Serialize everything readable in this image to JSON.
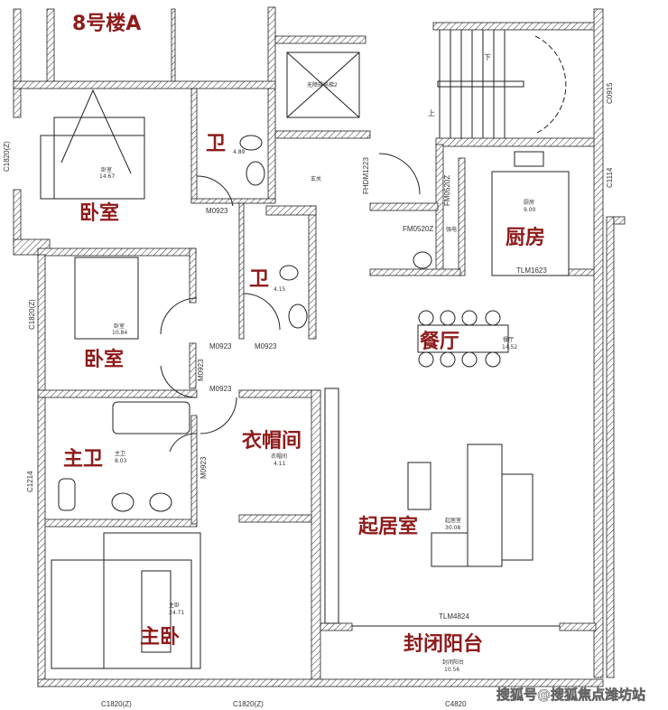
{
  "building_title": "8号楼A",
  "rooms": {
    "bedroom1": {
      "name": "卧室",
      "small": "卧室",
      "area": "14.67"
    },
    "bath1": {
      "name": "卫",
      "area": "4.89"
    },
    "bath2": {
      "name": "卫",
      "area": "4.15"
    },
    "bedroom2": {
      "name": "卧室",
      "small": "卧室",
      "area": "10.84"
    },
    "kitchen": {
      "name": "厨房",
      "small": "厨房",
      "area": "9.00"
    },
    "dining": {
      "name": "餐厅",
      "small": "餐厅",
      "area": "14.52"
    },
    "master_bath": {
      "name": "主卫",
      "small": "主卫",
      "area": "8.03"
    },
    "closet": {
      "name": "衣帽间",
      "small": "衣帽间",
      "area": "4.11"
    },
    "living": {
      "name": "起居室",
      "small": "起居室",
      "area": "30.08"
    },
    "master_bed": {
      "name": "主卧",
      "small": "主卧",
      "area": "24.71"
    },
    "balcony": {
      "name": "封闭阳台",
      "small": "封闭阳台",
      "area": "10.56"
    },
    "foyer": {
      "small": "玄关"
    },
    "elevator": {
      "small": "无障碍电梯2"
    }
  },
  "doors": {
    "m1": "M0923",
    "m2": "M0923",
    "m3": "M0923",
    "m4": "M0923",
    "m5": "M0923",
    "m6": "M0923",
    "fhdm": "FHDM1223",
    "fm1": "FM0520Z",
    "fm2": "FM0520Z",
    "power": "强电",
    "tlm1": "TLM1623",
    "tlm2": "TLM4824"
  },
  "windows": {
    "w1": "C1820(Z)",
    "w2": "C1820(Z)",
    "w3": "C1214",
    "w4": "C1820(Z)",
    "w5": "C1820(Z)",
    "w6": "C4820",
    "w7": "C0915",
    "w8": "C1114"
  },
  "stairs": {
    "down": "下",
    "up": "上"
  },
  "watermark": "搜狐号@搜狐焦点潍坊站",
  "colors": {
    "label": "#8e1b1b",
    "wall": "#222222"
  }
}
